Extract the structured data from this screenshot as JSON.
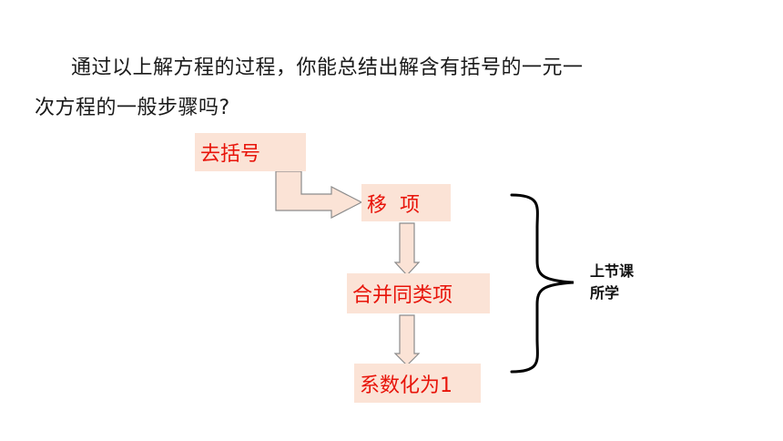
{
  "question": {
    "line1": "通过以上解方程的过程，你能总结出解含有括号的一元一",
    "line2": "次方程的一般步骤吗?"
  },
  "steps": [
    {
      "label": "去括号"
    },
    {
      "label": "移  项"
    },
    {
      "label": "合并同类项"
    },
    {
      "label": "系数化为1"
    }
  ],
  "side_note": {
    "line1": "上节课",
    "line2": "所学"
  },
  "colors": {
    "step_text": "#e8140a",
    "step_fill": "#fbe3d6",
    "arrow_fill": "#fbe3d6",
    "arrow_stroke": "#8c8c8c",
    "brace": "#000000"
  }
}
